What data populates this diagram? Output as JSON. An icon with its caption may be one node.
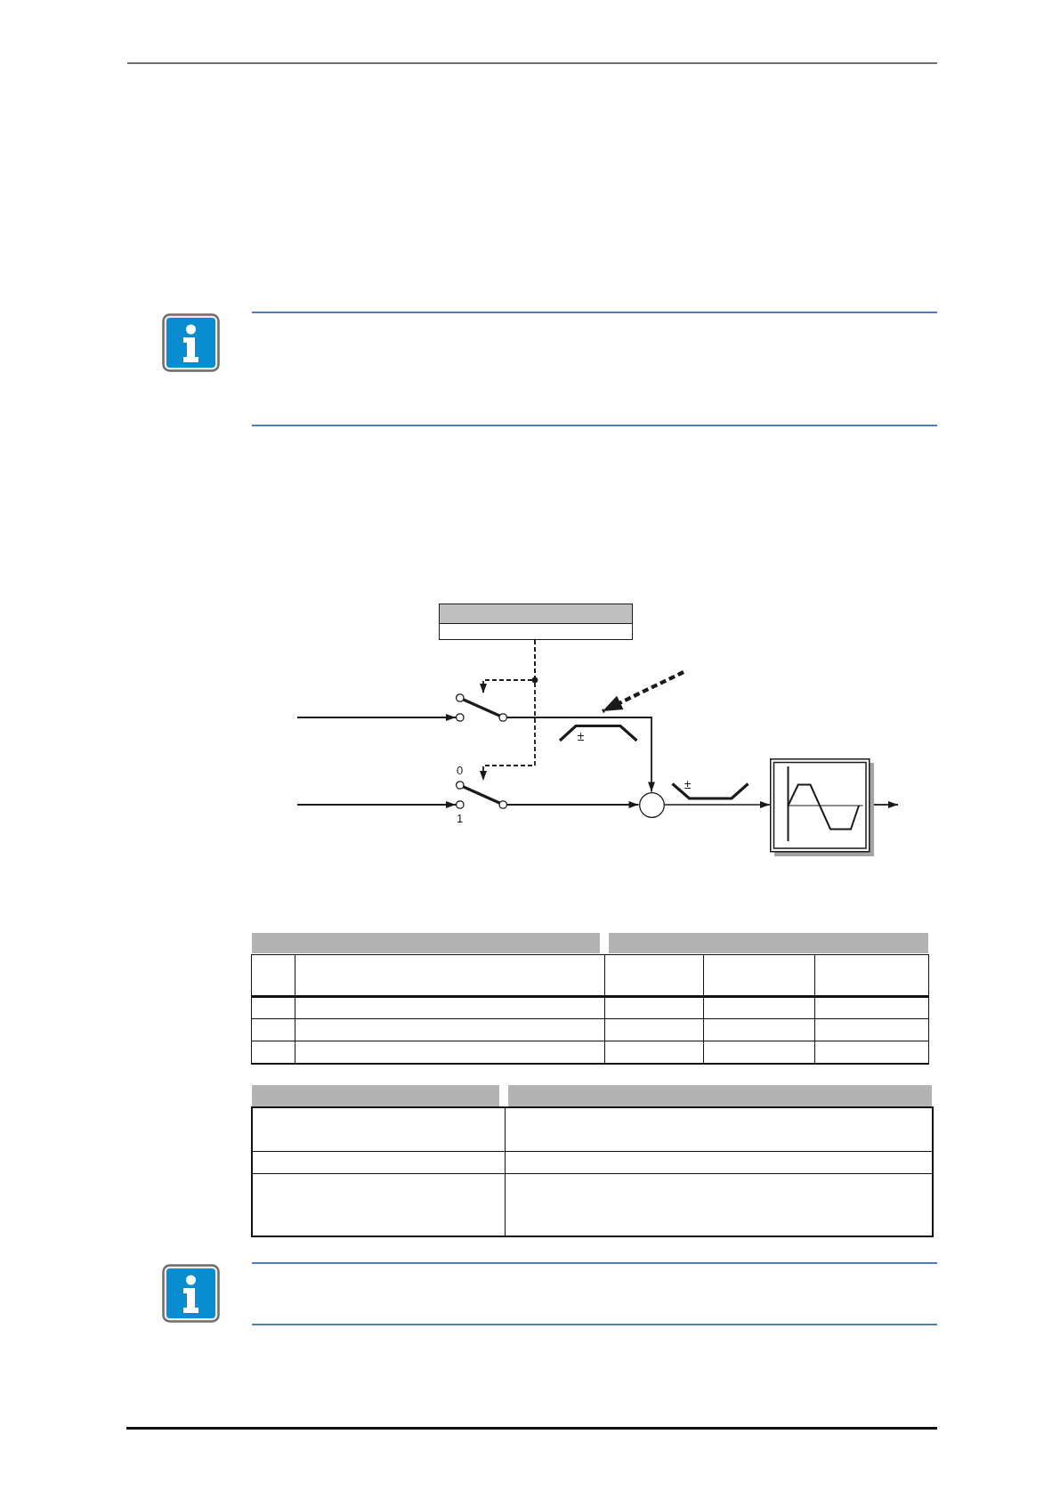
{
  "diagram": {
    "nodes": [
      {
        "text": [],
        "shape": "box"
      },
      {
        "text": [],
        "shape": "switch"
      },
      {
        "text": [
          "±"
        ]
      },
      {
        "text": [],
        "shape": "switch",
        "beside": [
          "0",
          "1"
        ]
      },
      {
        "text": [],
        "shape": "circle"
      },
      {
        "text": [
          "±"
        ]
      },
      {
        "text": [],
        "shape": "box"
      }
    ],
    "edges": [
      {
        "from": null,
        "to": 1,
        "arrow": "to"
      },
      {
        "from": null,
        "to": 3,
        "arrow": "to"
      },
      {
        "from": 0,
        "to": 1,
        "arrow": "to",
        "style": "dashed"
      },
      {
        "from": 0,
        "to": 3,
        "arrow": "to",
        "style": "dashed"
      },
      {
        "from": null,
        "to": 2,
        "arrow": "to",
        "style": "dashed"
      },
      {
        "from": 1,
        "to": 4,
        "arrow": "to"
      },
      {
        "from": 3,
        "to": 4,
        "arrow": "to"
      },
      {
        "from": 4,
        "to": 6,
        "arrow": "to"
      },
      {
        "from": 6,
        "to": null,
        "arrow": "to"
      }
    ]
  }
}
